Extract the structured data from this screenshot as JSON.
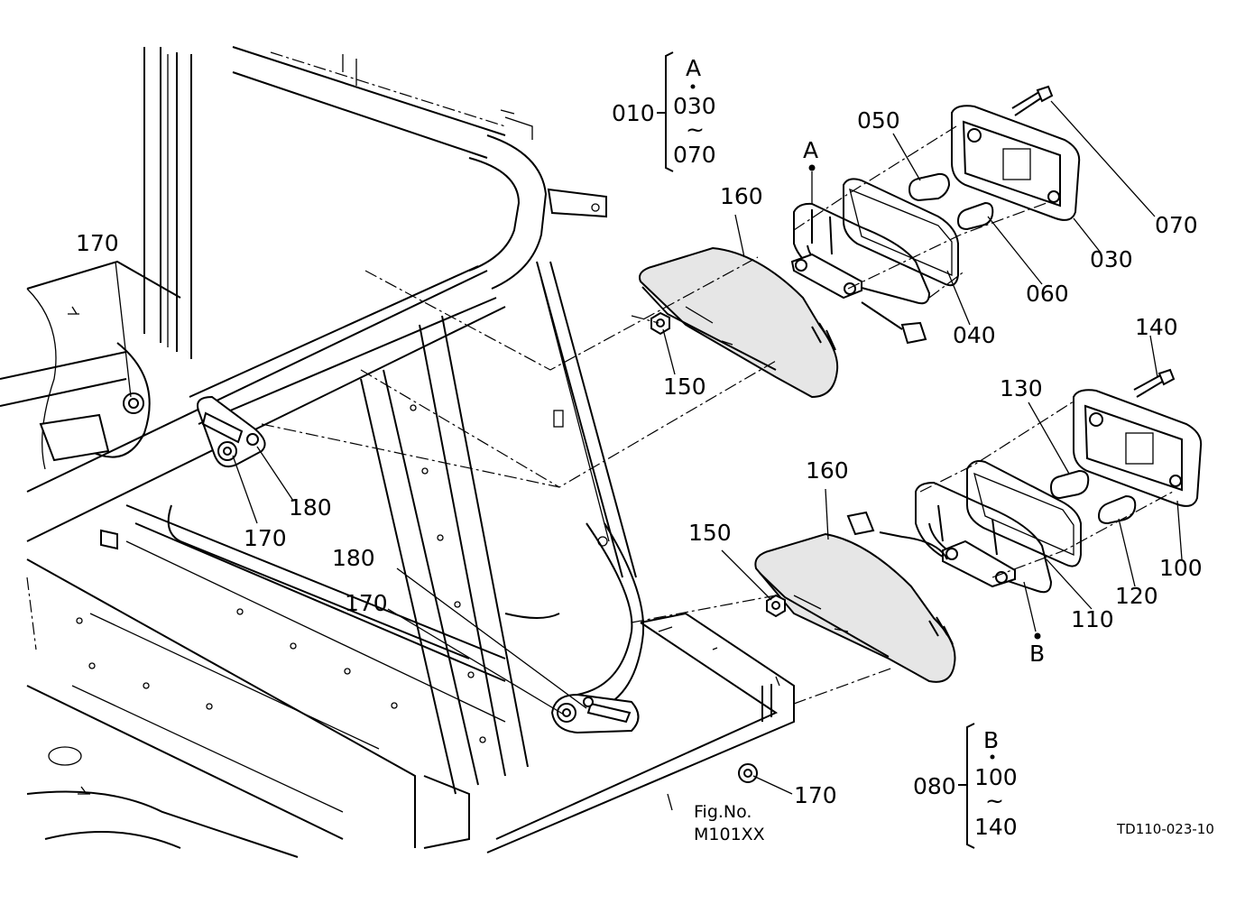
{
  "diagram": {
    "labels": {
      "p010": "010",
      "p030_top": "030",
      "p070_top": "070",
      "grpA": "A",
      "p050": "050",
      "markA": "A",
      "p070": "070",
      "p030": "030",
      "p060": "060",
      "p040": "040",
      "p160a": "160",
      "p150a": "150",
      "p170a": "170",
      "p170b": "170",
      "p180a": "180",
      "p140": "140",
      "p130": "130",
      "p160b": "160",
      "p150b": "150",
      "p180b": "180",
      "p170c": "170",
      "p100": "100",
      "p120": "120",
      "p110": "110",
      "markB": "B",
      "p170d": "170",
      "p080": "080",
      "grpB": "B",
      "p100_bot": "100",
      "p140_bot": "140",
      "tilde": "~",
      "fig_no_label": "Fig.No.",
      "fig_no_value": "M101XX",
      "drawing_code": "TD110-023-10"
    }
  }
}
